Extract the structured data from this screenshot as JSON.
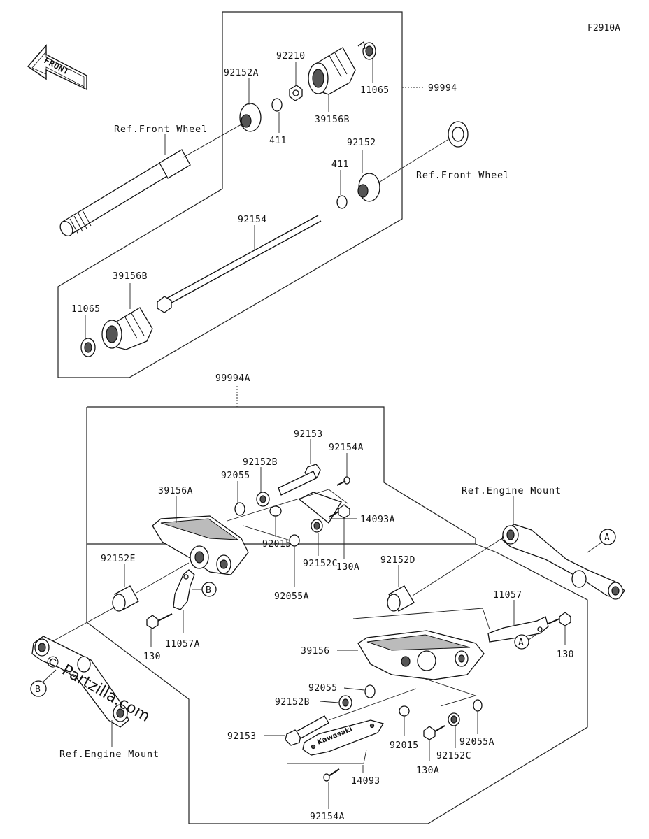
{
  "figure_code": "F2910A",
  "front_arrow": {
    "label": "FRONT",
    "icon": "front-arrow-icon"
  },
  "assembly_labels": {
    "top_assembly": "99994",
    "bottom_assembly": "99994A"
  },
  "refs": {
    "front_wheel_left": "Ref.Front Wheel",
    "front_wheel_right": "Ref.Front Wheel",
    "engine_mount_right": "Ref.Engine Mount",
    "engine_mount_left": "Ref.Engine Mount"
  },
  "top_parts": {
    "p92210": "92210",
    "p92152A": "92152A",
    "p11065_top": "11065",
    "p39156B_top": "39156B",
    "p411_top": "411",
    "p92152": "92152",
    "p411_mid": "411",
    "p92154": "92154",
    "p39156B_bottom": "39156B",
    "p11065_bottom": "11065"
  },
  "bottom_parts": {
    "p92153_top": "92153",
    "p92154A_top": "92154A",
    "p92152B_top": "92152B",
    "p92055_top": "92055",
    "p39156A": "39156A",
    "p14093A": "14093A",
    "p92015_top": "92015",
    "p130A_top": "130A",
    "p92152E": "92152E",
    "p92152C_top": "92152C",
    "p92055A_top": "92055A",
    "p92152D": "92152D",
    "p11057": "11057",
    "p130_left": "130",
    "p11057A": "11057A",
    "p130_right": "130",
    "p39156": "39156",
    "p92055_bottom": "92055",
    "p92152B_bottom": "92152B",
    "p92153_bottom": "92153",
    "p92015_bottom": "92015",
    "p92055A_bottom": "92055A",
    "p92152C_bottom": "92152C",
    "p130A_bottom": "130A",
    "p14093": "14093",
    "p92154A_bottom": "92154A"
  },
  "markers": {
    "a_right": "A",
    "a_bracket": "A",
    "b_top": "B",
    "b_left": "B"
  },
  "plate_text": "Kawasaki",
  "watermark": "© Partzilla.com"
}
